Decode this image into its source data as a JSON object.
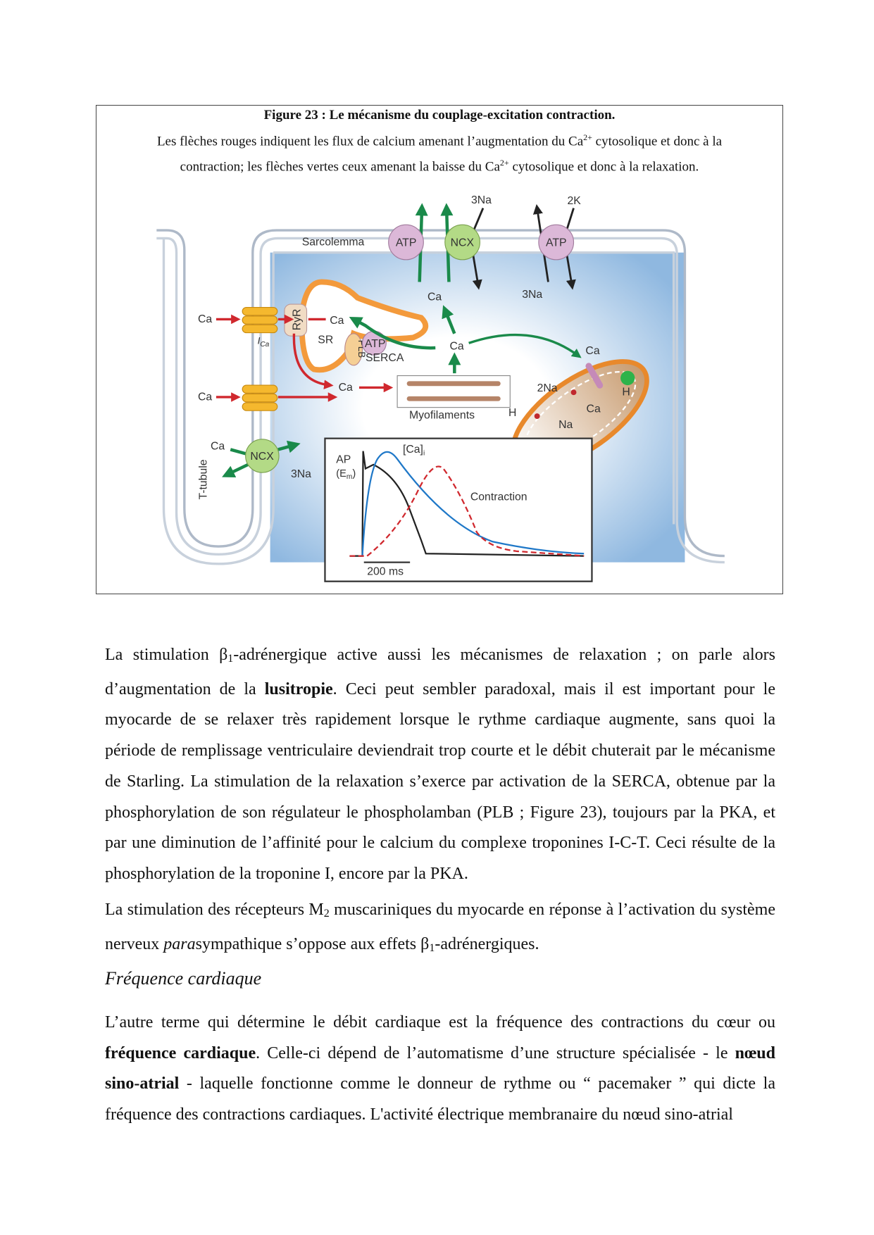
{
  "figure": {
    "title": "Figure 23 : Le mécanisme du couplage-excitation contraction.",
    "caption_line1_a": "Les flèches rouges indiquent les flux de calcium amenant l’augmentation du Ca",
    "caption_sup": "2+",
    "caption_line1_b": " cytosolique et donc à la",
    "caption_line2_a": "contraction; les flèches vertes ceux amenant la baisse du Ca",
    "caption_line2_b": " cytosolique et donc à la relaxation.",
    "labels": {
      "sarcolemma": "Sarcolemma",
      "atp": "ATP",
      "ncx": "NCX",
      "na3": "3Na",
      "k2": "2K",
      "ca": "Ca",
      "ryr": "RyR",
      "sr": "SR",
      "plb": "PLB",
      "serca": "SERCA",
      "ica": "I",
      "ica_sub": "Ca",
      "myofilaments": "Myofilaments",
      "na2": "2Na",
      "na": "Na",
      "h": "H",
      "t_tubule": "T-tubule",
      "ap": "AP",
      "em": "(E",
      "em_sub": "m",
      "em_close": ")",
      "cai": "[Ca]",
      "cai_sub": "i",
      "contraction": "Contraction",
      "scale": "200 ms"
    },
    "colors": {
      "calcium_in": "#d0282e",
      "calcium_out": "#1a8a4a",
      "ap_trace": "#222222",
      "ca_trace": "#1f78c8",
      "contraction_trace": "#d0282e"
    }
  },
  "body": {
    "p1": {
      "a": "La stimulation ",
      "beta": "β",
      "beta_sub": "1",
      "b": "-adrénergique active aussi les mécanismes de relaxation ; on parle alors d’augmentation de la ",
      "bold": "lusitropie",
      "c": ". Ceci peut sembler paradoxal, mais il est important pour le myocarde de se relaxer très rapidement lorsque le rythme cardiaque augmente, sans quoi la période de remplissage ventriculaire deviendrait trop courte et le débit chuterait par le mécanisme de Starling. La stimulation de la relaxation s’exerce par activation de la SERCA, obtenue par la phosphorylation de son régulateur le phospholamban (PLB ; Figure 23), toujours par la PKA, et par une diminution de l’affinité pour le calcium du complexe troponines I-C-T. Ceci résulte de la phosphorylation de la troponine I, encore par la PKA."
    },
    "p2": {
      "a": "La stimulation des récepteurs M",
      "m_sub": "2",
      "b": " muscariniques du myocarde en réponse à l’activation du système nerveux ",
      "italic": "para",
      "c": "sympathique s’oppose aux effets ",
      "beta": "β",
      "beta_sub": "1",
      "d": "-adrénergiques."
    },
    "heading": "Fréquence cardiaque",
    "p3": {
      "a": "L’autre terme qui détermine le débit cardiaque est la fréquence des contractions du cœur ou ",
      "bold1": "fréquence cardiaque",
      "b": ". Celle-ci dépend de l’automatisme d’une structure spécialisée - le ",
      "bold2": "nœud sino-atrial",
      "c": " - laquelle fonctionne comme le donneur de rythme ou “ pacemaker ” qui dicte la fréquence des contractions cardiaques. L'activité électrique membranaire du nœud sino-atrial"
    }
  }
}
